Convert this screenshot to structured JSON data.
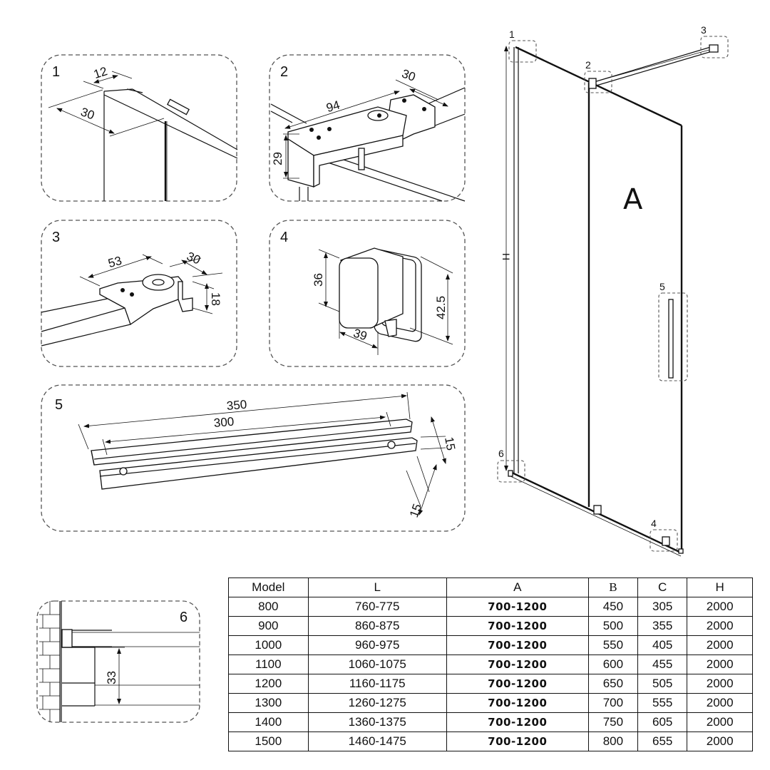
{
  "details": {
    "d1": {
      "label": "1",
      "dims": {
        "width": "12",
        "depth": "30"
      }
    },
    "d2": {
      "label": "2",
      "dims": {
        "length": "94",
        "width": "30",
        "height": "29"
      }
    },
    "d3": {
      "label": "3",
      "dims": {
        "length": "53",
        "width": "30",
        "height": "18"
      }
    },
    "d4": {
      "label": "4",
      "dims": {
        "height": "36",
        "width": "39",
        "depth": "42.5"
      }
    },
    "d5": {
      "label": "5",
      "dims": {
        "overall": "350",
        "centers": "300",
        "section_a": "15",
        "section_b": "15"
      }
    },
    "d6": {
      "label": "6",
      "dims": {
        "gap": "33"
      }
    }
  },
  "overview": {
    "panel_label": "A",
    "height_label": "H",
    "callouts": [
      "1",
      "2",
      "3",
      "4",
      "5",
      "6"
    ]
  },
  "spec_table": {
    "headers": [
      "Model",
      "L",
      "A",
      "B",
      "C",
      "H"
    ],
    "rows": [
      [
        "800",
        "760-775",
        "700-1200",
        "450",
        "305",
        "2000"
      ],
      [
        "900",
        "860-875",
        "700-1200",
        "500",
        "355",
        "2000"
      ],
      [
        "1000",
        "960-975",
        "700-1200",
        "550",
        "405",
        "2000"
      ],
      [
        "1100",
        "1060-1075",
        "700-1200",
        "600",
        "455",
        "2000"
      ],
      [
        "1200",
        "1160-1175",
        "700-1200",
        "650",
        "505",
        "2000"
      ],
      [
        "1300",
        "1260-1275",
        "700-1200",
        "700",
        "555",
        "2000"
      ],
      [
        "1400",
        "1360-1375",
        "700-1200",
        "750",
        "605",
        "2000"
      ],
      [
        "1500",
        "1460-1475",
        "700-1200",
        "800",
        "655",
        "2000"
      ]
    ]
  }
}
